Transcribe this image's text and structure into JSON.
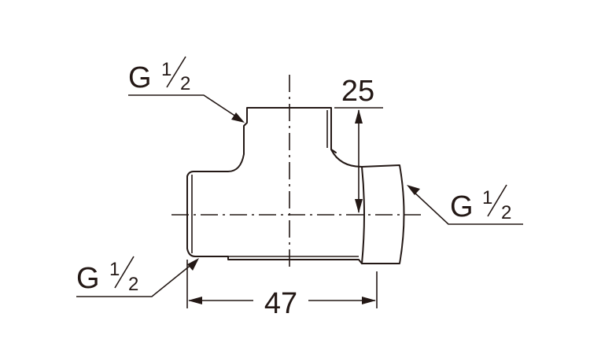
{
  "drawing": {
    "labels": {
      "thread_top_left": {
        "letter": "G",
        "numerator": "1",
        "denominator": "2"
      },
      "thread_right": {
        "letter": "G",
        "numerator": "1",
        "denominator": "2"
      },
      "thread_bottom_left": {
        "letter": "G",
        "numerator": "1",
        "denominator": "2"
      }
    },
    "dimensions": {
      "height": "25",
      "length": "47"
    }
  }
}
